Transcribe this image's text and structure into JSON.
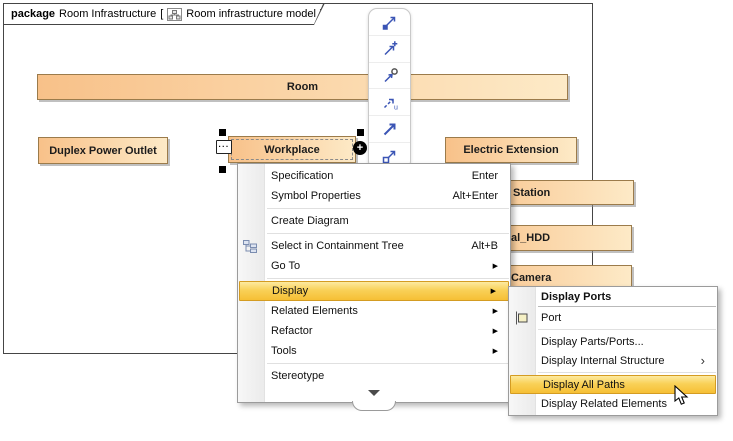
{
  "colors": {
    "frame_border": "#454545",
    "block_border": "#9b7b4b",
    "block_fill_start": "#f8c189",
    "block_fill_end": "#fdeac7",
    "highlight_top": "#fdeaa0",
    "highlight_bottom": "#f6bf35",
    "highlight_border": "#d49c22"
  },
  "diagram": {
    "header": {
      "keyword": "package",
      "name": "Room Infrastructure",
      "bracket_open": "[",
      "model": "Room infrastructure model",
      "bracket_close": "]"
    },
    "blocks": {
      "room": "Room",
      "duplex_power_outlet": "Duplex Power Outlet",
      "workplace": "Workplace",
      "electric_extension": "Electric Extension",
      "station": "Station",
      "hdd": "al_HDD",
      "camera": "Camera"
    },
    "selection": {
      "compartments_button": "···",
      "quick_link_button": "+"
    }
  },
  "smart_toolbar": {
    "icons": [
      "directed-association-icon",
      "new-element-plus-icon",
      "provided-interface-icon",
      "usage-dependency-icon",
      "association-icon",
      "composition-icon"
    ]
  },
  "icons": {
    "submenu_arrow": "▶",
    "thin_submenu_arrow": "›"
  },
  "context_menu": {
    "items": [
      {
        "label": "Specification",
        "shortcut": "Enter"
      },
      {
        "label": "Symbol Properties",
        "shortcut": "Alt+Enter"
      },
      {
        "label": "Create Diagram",
        "shortcut": ""
      },
      {
        "label": "Select in Containment Tree",
        "shortcut": "Alt+B"
      },
      {
        "label": "Go To"
      },
      {
        "label": "Display",
        "highlighted": true
      },
      {
        "label": "Related Elements"
      },
      {
        "label": "Refactor"
      },
      {
        "label": "Tools"
      },
      {
        "label": "Stereotype"
      }
    ]
  },
  "display_submenu": {
    "items": [
      {
        "label": "Display Ports",
        "header": true
      },
      {
        "label": "Port"
      },
      {
        "label": "Display Parts/Ports..."
      },
      {
        "label": "Display Internal Structure"
      },
      {
        "label": "Display All Paths",
        "highlighted": true
      },
      {
        "label": "Display Related Elements"
      }
    ]
  }
}
